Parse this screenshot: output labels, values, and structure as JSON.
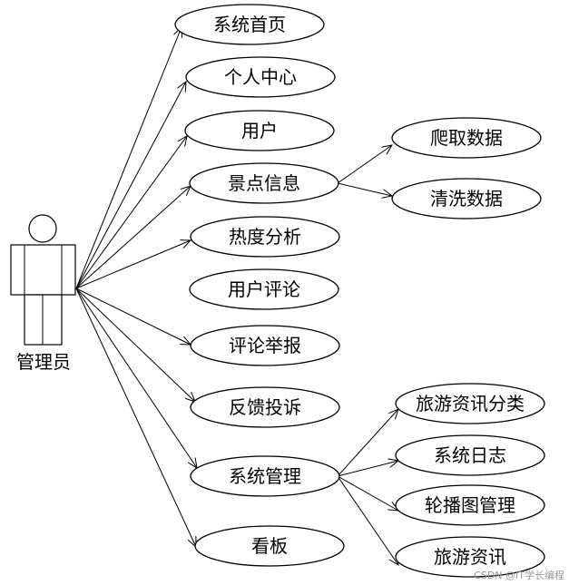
{
  "actor": {
    "name": "管理员"
  },
  "use_cases": {
    "home": "系统首页",
    "personal_center": "个人中心",
    "users": "用户",
    "scenic_info": "景点信息",
    "crawl_data": "爬取数据",
    "clean_data": "清洗数据",
    "heat_analysis": "热度分析",
    "user_comments": "用户评论",
    "comment_report": "评论举报",
    "feedback": "反馈投诉",
    "system_management": "系统管理",
    "travel_news_category": "旅游资讯分类",
    "system_log": "系统日志",
    "carousel_management": "轮播图管理",
    "travel_news": "旅游资讯",
    "dashboard": "看板"
  },
  "watermark": "CSDN @IT学长编程"
}
